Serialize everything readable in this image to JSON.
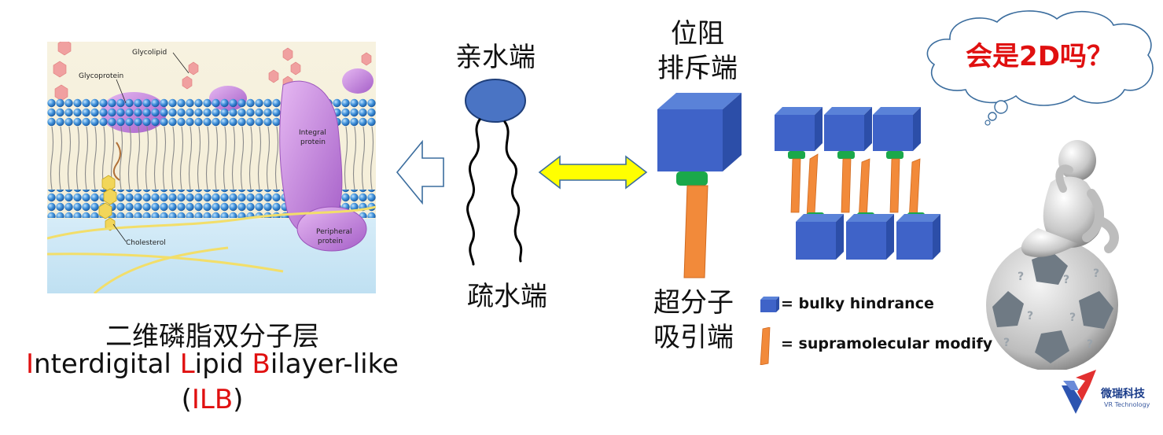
{
  "membrane_labels": {
    "glycolipid": "Glycolipid",
    "glycoprotein": "Glycoprotein",
    "integral": [
      "Integral",
      "protein"
    ],
    "peripheral": [
      "Peripheral",
      "protein"
    ],
    "cholesterol": "Cholesterol"
  },
  "left_caption": {
    "cn": "二维磷脂双分子层",
    "en": [
      {
        "t": "I",
        "red": true
      },
      {
        "t": "nterdigital ",
        "red": false
      },
      {
        "t": "L",
        "red": true
      },
      {
        "t": "ipid ",
        "red": false
      },
      {
        "t": "B",
        "red": true
      },
      {
        "t": "ilayer-like",
        "red": false
      }
    ],
    "abbr_open": "(",
    "abbr": "ILB",
    "abbr_close": ")"
  },
  "amphiphile": {
    "top": "亲水端",
    "bottom": "疏水端"
  },
  "molecule": {
    "top_line1": "位阻",
    "top_line2": "排斥端",
    "bottom_line1": "超分子",
    "bottom_line2": "吸引端"
  },
  "legend": {
    "bulky": "= bulky hindrance",
    "supra": "= supramolecular modify"
  },
  "bubble": {
    "text": "会是2D吗？"
  },
  "logo": {
    "cn": "微瑞科技",
    "en": "VR Technology"
  },
  "colors": {
    "cube_blue": "#3f63c8",
    "stem_orange": "#f28a3a",
    "link_green": "#1aa84a",
    "arrow_yellow": "#ffff00",
    "head_blue": "#4a74c4"
  }
}
